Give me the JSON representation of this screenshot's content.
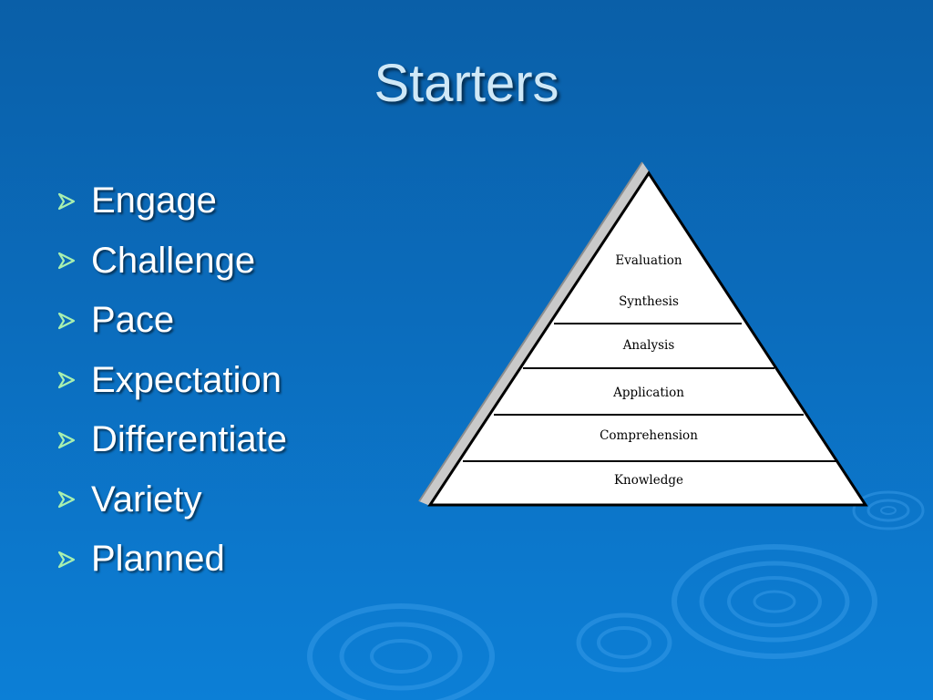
{
  "slide": {
    "title": "Starters",
    "background_color": "#0b6cbc",
    "title_color": "#cfe8f7"
  },
  "bullets": {
    "icon": "arrow-right-icon",
    "icon_color": "#a8f0b0",
    "items": [
      {
        "label": "Engage"
      },
      {
        "label": "Challenge"
      },
      {
        "label": "Pace"
      },
      {
        "label": "Expectation"
      },
      {
        "label": "Differentiate"
      },
      {
        "label": "Variety"
      },
      {
        "label": "Planned"
      }
    ]
  },
  "pyramid": {
    "levels": [
      {
        "label": "Evaluation"
      },
      {
        "label": "Synthesis"
      },
      {
        "label": "Analysis"
      },
      {
        "label": "Application"
      },
      {
        "label": "Comprehension"
      },
      {
        "label": "Knowledge"
      }
    ]
  }
}
